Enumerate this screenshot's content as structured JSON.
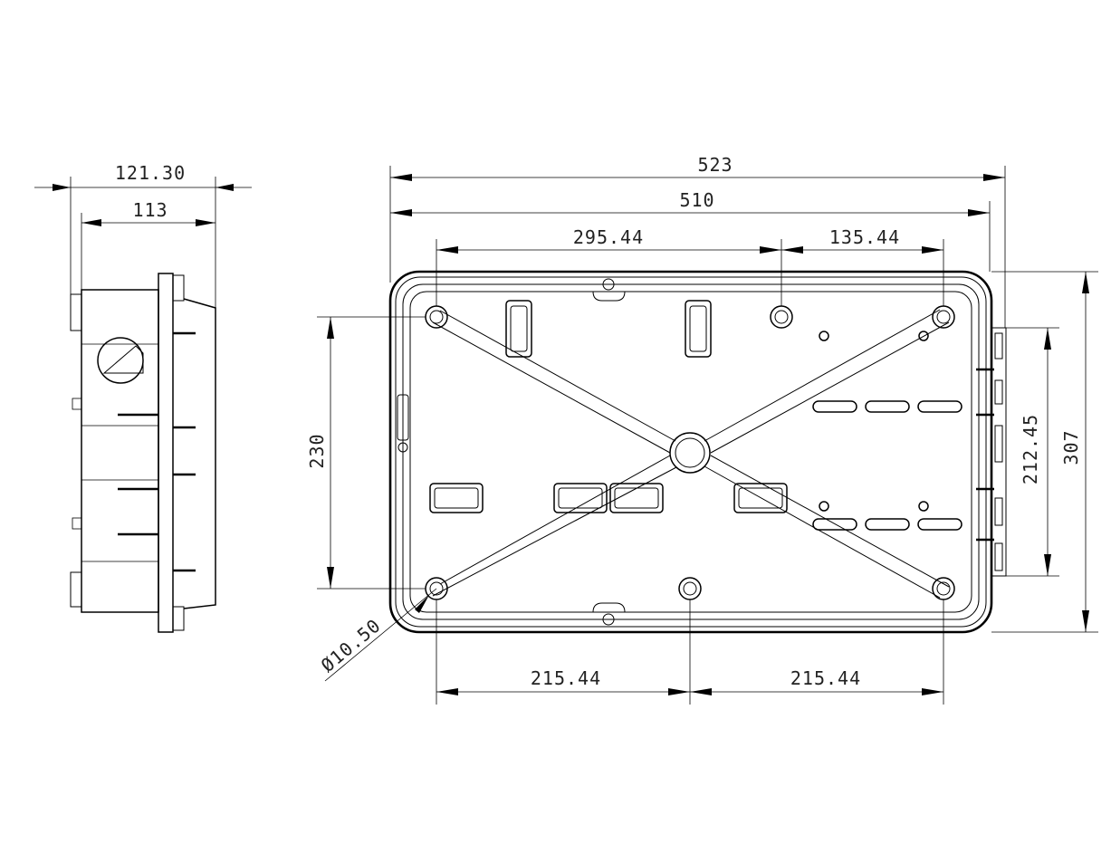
{
  "side_view": {
    "dim_overall_depth": "121.30",
    "dim_body_depth": "113"
  },
  "front_view": {
    "dim_overall_width": "523",
    "dim_body_width": "510",
    "dim_hole_spacing_left": "295.44",
    "dim_hole_spacing_right": "135.44",
    "dim_bottom_left": "215.44",
    "dim_bottom_right": "215.44",
    "dim_hole_height": "230",
    "dim_inner_height": "212.45",
    "dim_overall_height": "307",
    "dim_hole_diameter": "Ø10.50"
  }
}
